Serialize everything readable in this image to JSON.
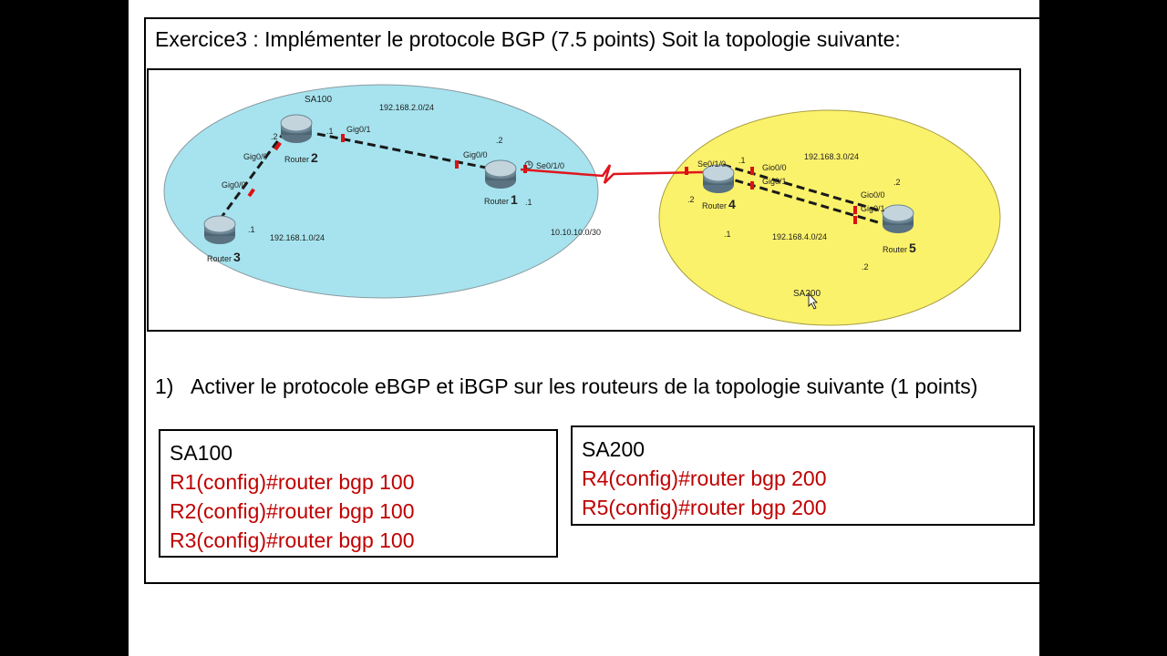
{
  "title": "Exercice3 : Implémenter le protocole BGP (7.5 points) Soit la topologie suivante:",
  "diagram": {
    "as_left": "SA100",
    "as_right": "SA200",
    "routers": {
      "r1": "Router",
      "r1_num": "1",
      "r2": "Router",
      "r2_num": "2",
      "r3": "Router",
      "r3_num": "3",
      "r4": "Router",
      "r4_num": "4",
      "r5": "Router",
      "r5_num": "5"
    },
    "networks": {
      "net_r2_r1": "192.168.2.0/24",
      "net_r3_r2": "192.168.1.0/24",
      "net_serial": "10.10.10.0/30",
      "net_r4_r5_top": "192.168.3.0/24",
      "net_r4_r5_bottom": "192.168.4.0/24"
    },
    "interfaces": {
      "r2_gig00": "Gig0/0",
      "r2_gig01": "Gig0/1",
      "r3_gig00": "Gig0/0",
      "r1_gig00": "Gig0/0",
      "r1_se010": "Se0/1/0",
      "r4_se010": "Se0/1/0",
      "r4_gio00": "Gio0/0",
      "r4_gig01": "Gig0/1",
      "r5_gio00": "Gio0/0",
      "r5_gig01": "Gig0/1"
    },
    "addresses": {
      "r2_dot2": ".2",
      "r2_dot1": ".1",
      "r3_dot1": ".1",
      "r1_dot2": ".2",
      "r1_dot1": ".1",
      "r4_dot1_top": ".1",
      "r4_dot2": ".2",
      "r4_dot1_bottom": ".1",
      "r5_dot2_top": ".2",
      "r5_dot2_bottom": ".2"
    },
    "colors": {
      "as100_fill": "#a6e3ee",
      "as200_fill": "#fbf26b",
      "serial_link": "#e0161c",
      "ethernet_link": "#1a1a1a"
    }
  },
  "question": {
    "number": "1)",
    "text": "Activer le protocole eBGP et iBGP sur les routeurs de la topologie suivante (1 points)"
  },
  "as100": {
    "name": "SA100",
    "commands": [
      "R1(config)#router bgp 100",
      "R2(config)#router bgp 100",
      "R3(config)#router bgp 100"
    ]
  },
  "as200": {
    "name": "SA200",
    "commands": [
      "R4(config)#router bgp 200",
      "R5(config)#router bgp 200"
    ]
  }
}
